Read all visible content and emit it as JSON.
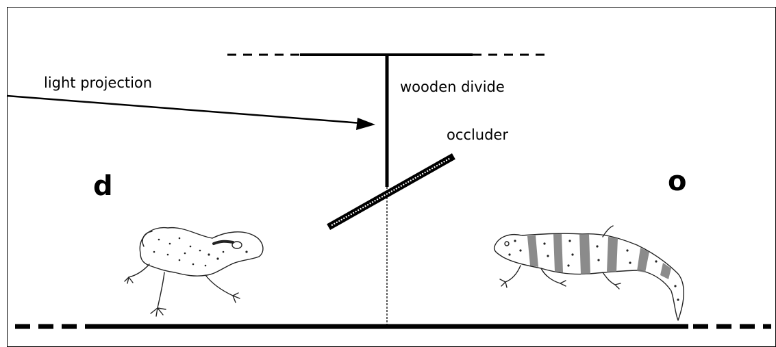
{
  "diagram": {
    "labels": {
      "light_projection": "light projection",
      "wooden_divide": "wooden divide",
      "occluder": "occluder",
      "left_marker": "d",
      "right_marker": "o"
    }
  }
}
